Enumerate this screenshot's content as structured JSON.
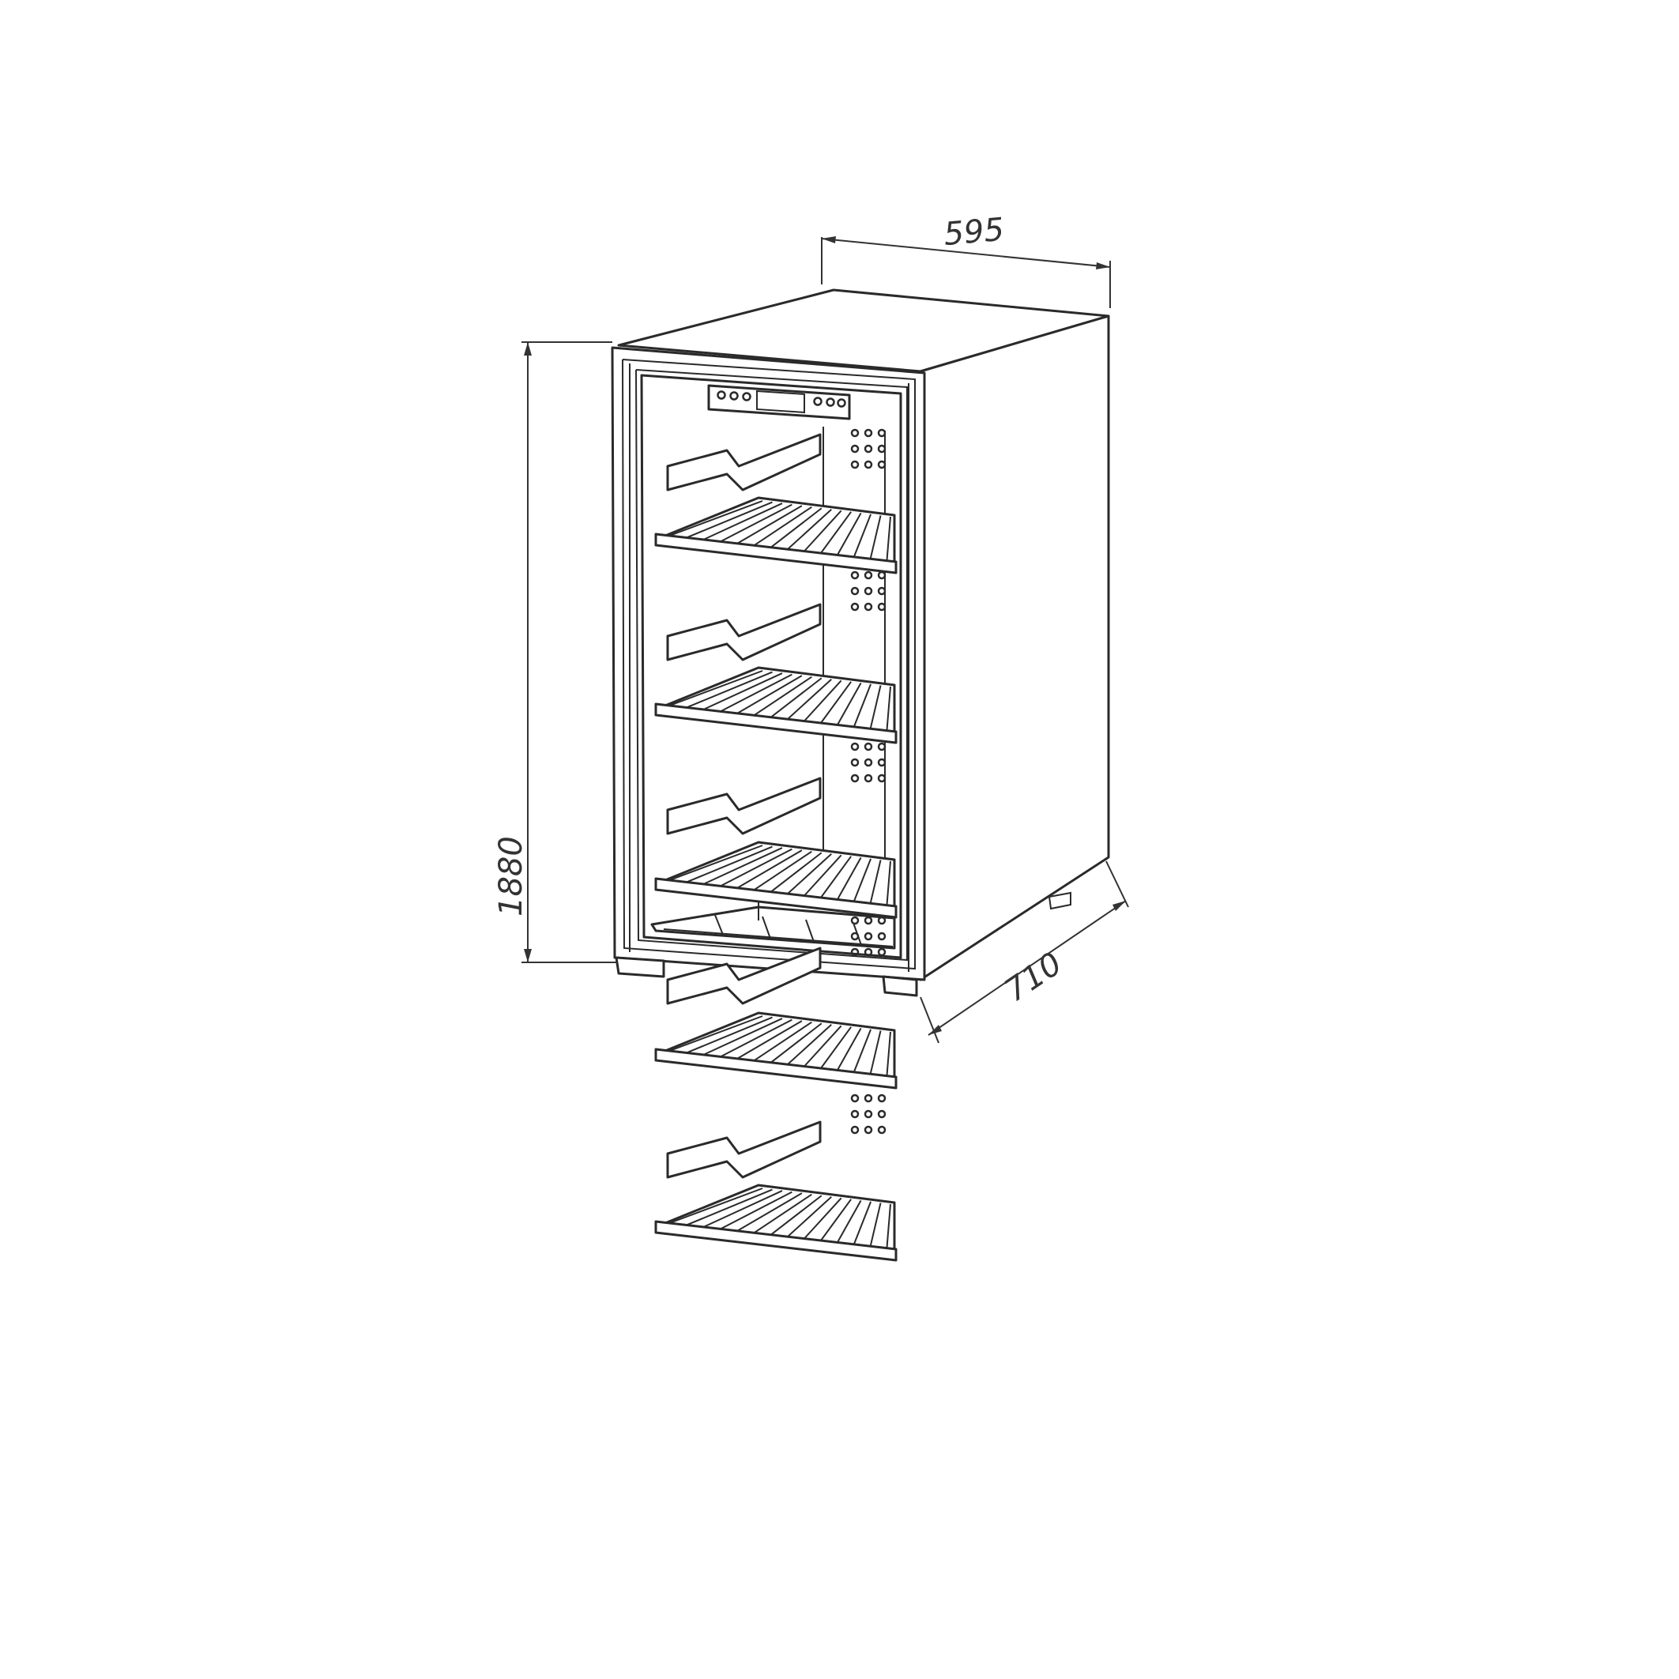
{
  "drawing": {
    "dimensions": {
      "width": "595",
      "height": "1880",
      "depth": "710"
    }
  }
}
